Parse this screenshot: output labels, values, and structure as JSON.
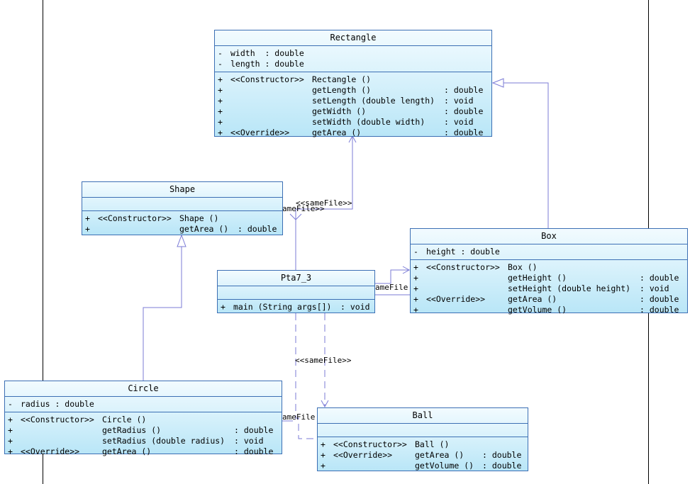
{
  "classes": {
    "rectangle": {
      "name": "Rectangle",
      "attributes": [
        {
          "vis": "-",
          "text": "width  : double"
        },
        {
          "vis": "-",
          "text": "length : double"
        }
      ],
      "operations": [
        {
          "vis": "+",
          "stereo": "<<Constructor>>",
          "sig": "Rectangle ()",
          "type": ""
        },
        {
          "vis": "+",
          "stereo": "",
          "sig": "getLength ()",
          "type": ": double"
        },
        {
          "vis": "+",
          "stereo": "",
          "sig": "setLength (double length)",
          "type": ": void"
        },
        {
          "vis": "+",
          "stereo": "",
          "sig": "getWidth ()",
          "type": ": double"
        },
        {
          "vis": "+",
          "stereo": "",
          "sig": "setWidth (double width)",
          "type": ": void"
        },
        {
          "vis": "+",
          "stereo": "<<Override>>",
          "sig": "getArea ()",
          "type": ": double"
        }
      ]
    },
    "shape": {
      "name": "Shape",
      "operations": [
        {
          "vis": "+",
          "stereo": "<<Constructor>>",
          "sig": "Shape ()",
          "type": ""
        },
        {
          "vis": "+",
          "stereo": "",
          "sig": "getArea ()",
          "type": ": double"
        }
      ]
    },
    "box": {
      "name": "Box",
      "attributes": [
        {
          "vis": "-",
          "text": "height : double"
        }
      ],
      "operations": [
        {
          "vis": "+",
          "stereo": "<<Constructor>>",
          "sig": "Box ()",
          "type": ""
        },
        {
          "vis": "+",
          "stereo": "",
          "sig": "getHeight ()",
          "type": ": double"
        },
        {
          "vis": "+",
          "stereo": "",
          "sig": "setHeight (double height)",
          "type": ": void"
        },
        {
          "vis": "+",
          "stereo": "<<Override>>",
          "sig": "getArea ()",
          "type": ": double"
        },
        {
          "vis": "+",
          "stereo": "",
          "sig": "getVolume ()",
          "type": ": double"
        }
      ]
    },
    "pta": {
      "name": "Pta7_3",
      "operations": [
        {
          "vis": "+",
          "stereo": "",
          "sig": "main (String args[])",
          "type": ": void"
        }
      ]
    },
    "circle": {
      "name": "Circle",
      "attributes": [
        {
          "vis": "-",
          "text": "radius : double"
        }
      ],
      "operations": [
        {
          "vis": "+",
          "stereo": "<<Constructor>>",
          "sig": "Circle ()",
          "type": ""
        },
        {
          "vis": "+",
          "stereo": "",
          "sig": "getRadius ()",
          "type": ": double"
        },
        {
          "vis": "+",
          "stereo": "",
          "sig": "setRadius (double radius)",
          "type": ": void"
        },
        {
          "vis": "+",
          "stereo": "<<Override>>",
          "sig": "getArea ()",
          "type": ": double"
        }
      ]
    },
    "ball": {
      "name": "Ball",
      "operations": [
        {
          "vis": "+",
          "stereo": "<<Constructor>>",
          "sig": "Ball ()",
          "type": ""
        },
        {
          "vis": "+",
          "stereo": "<<Override>>",
          "sig": "getArea ()",
          "type": ": double"
        },
        {
          "vis": "+",
          "stereo": "",
          "sig": "getVolume ()",
          "type": ": double"
        }
      ]
    }
  },
  "connector_labels": {
    "same_file": "<<sameFile>>",
    "same_file_clipped_1": "ameFile>>",
    "same_file_clipped_2": "ameFile",
    "same_file_clipped_3": "ameFile"
  },
  "colors": {
    "box_border": "#3c6fb4",
    "connector": "#7b7bd6",
    "box_fill_top": "#f2fbff",
    "box_fill_bottom": "#b9e6f7"
  }
}
